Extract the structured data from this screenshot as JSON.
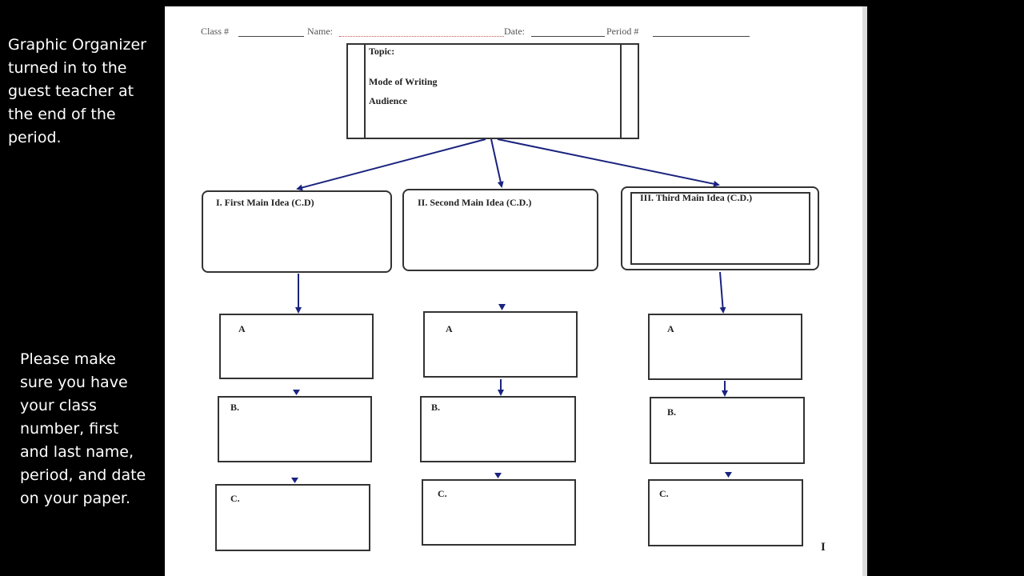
{
  "side_notes": {
    "top": "Graphic Organizer turned in to the guest teacher at the end of the period.",
    "bottom": "Please make sure you have your class number, first and last name, period, and date on your paper."
  },
  "worksheet": {
    "header": {
      "class_label": "Class #",
      "name_label": "Name:",
      "date_label": "Date:",
      "period_label": "Period #"
    },
    "topic_box": {
      "topic": "Topic:",
      "mode": "Mode of Writing",
      "audience": "Audience"
    },
    "main_ideas": [
      "I. First Main Idea (C.D)",
      "II. Second Main Idea (C.D.)",
      "III. Third Main Idea (C.D.)"
    ],
    "details": {
      "col1": [
        "A",
        "B.",
        "C."
      ],
      "col2": [
        "A",
        "B.",
        "C."
      ],
      "col3": [
        "A",
        "B.",
        "C."
      ]
    },
    "page_mark": "I"
  },
  "colors": {
    "background": "#000000",
    "paper": "#ffffff",
    "arrow": "#1a237e"
  }
}
